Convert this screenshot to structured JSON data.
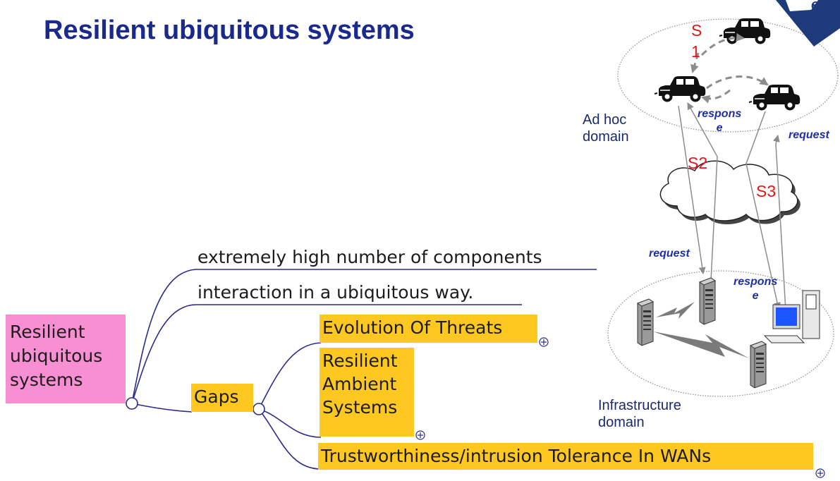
{
  "slide": {
    "title": "Resilient ubiquitous systems"
  },
  "mindmap": {
    "root_lines": [
      "Resilient",
      "ubiquitous",
      "systems"
    ],
    "branches": [
      "extremely high number of components",
      "interaction in a ubiquitous way."
    ],
    "gaps_label": "Gaps",
    "gap_children": [
      {
        "lines": [
          "Evolution Of Threats"
        ]
      },
      {
        "lines": [
          "Resilient",
          "Ambient",
          "Systems"
        ]
      },
      {
        "lines": [
          "Trustworthiness/intrusion Tolerance In WANs"
        ]
      }
    ],
    "colors": {
      "root_fill": "#f78fd2",
      "highlight": "#ffc820",
      "line": "#2b2b8a"
    }
  },
  "diagram": {
    "adhoc_domain_lines": [
      "Ad hoc",
      "domain"
    ],
    "infrastructure_domain_lines": [
      "Infrastructure",
      "domain"
    ],
    "scenario_labels": {
      "s1_lines": [
        "S",
        "1"
      ],
      "s2": "S2",
      "s3": "S3"
    },
    "message_labels": {
      "response_top_lines": [
        "respons",
        "e"
      ],
      "request_right": "request",
      "request_left": "request",
      "response_bottom_lines": [
        "respons",
        "e"
      ]
    },
    "colors": {
      "scenario": "#e8141a",
      "message": "#1f2ea8",
      "domain_text": "#1a2a6c"
    }
  },
  "logo": {
    "text": "esi"
  }
}
